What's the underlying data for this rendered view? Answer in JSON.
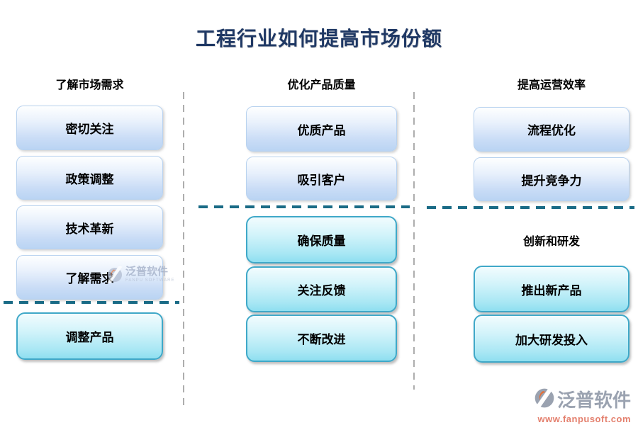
{
  "title": "工程行业如何提高市场份额",
  "columns": [
    {
      "header": "了解市场需求",
      "top_items": [
        "密切关注",
        "政策调整",
        "技术革新",
        "了解需求"
      ],
      "bottom_header": "",
      "bottom_items": [
        "调整产品"
      ]
    },
    {
      "header": "优化产品质量",
      "top_items": [
        "优质产品",
        "吸引客户"
      ],
      "bottom_header": "",
      "bottom_items": [
        "确保质量",
        "关注反馈",
        "不断改进"
      ]
    },
    {
      "header": "提高运营效率",
      "top_items": [
        "流程优化",
        "提升竞争力"
      ],
      "bottom_header": "创新和研发",
      "bottom_items": [
        "推出新产品",
        "加大研发投入"
      ]
    }
  ],
  "watermark": {
    "logo_icon": "fanpu-logo-icon",
    "brand": "泛普软件",
    "brand_sub": "FANPU SOFTWARE",
    "url": "www.fanpusoft.com"
  },
  "colors": {
    "title": "#1F3864",
    "divider_teal": "#1A6B86",
    "divider_gray": "#ADADAD",
    "blue_box_bottom": "#BAD4F3",
    "cyan_box_border": "#3FA8C8",
    "cyan_box_bottom": "#8FDFF0",
    "watermark_gray": "#9AA2B0",
    "watermark_url": "#E4806E"
  }
}
